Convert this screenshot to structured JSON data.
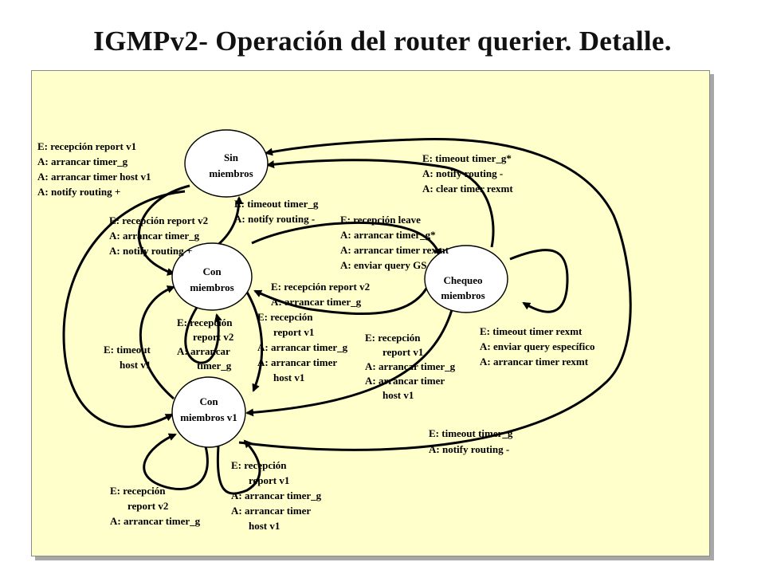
{
  "title": "IGMPv2- Operación del router querier. Detalle.",
  "states": {
    "sin": [
      "Sin",
      "miembros"
    ],
    "con": [
      "Con",
      "miembros"
    ],
    "chequeo": [
      "Chequeo",
      "miembros"
    ],
    "conv1": [
      "Con",
      "miembros v1"
    ]
  },
  "transitions": [
    {
      "id": "sin-to-conv1",
      "lines": [
        "E: recepción report v1",
        "A: arrancar timer_g",
        "A: arrancar timer host v1",
        "A: notify routing +"
      ]
    },
    {
      "id": "sin-to-con",
      "lines": [
        "E: recepción report v2",
        "A: arrancar timer_g",
        "A: notify routing +"
      ]
    },
    {
      "id": "con-to-sin",
      "lines": [
        "E: timeout timer_g",
        "A: notify routing -"
      ]
    },
    {
      "id": "chequeo-to-sin",
      "lines": [
        "E: timeout timer_g*",
        "A: notify routing -",
        "A: clear timer rexmt"
      ]
    },
    {
      "id": "con-to-chequeo",
      "lines": [
        "E: recepción leave",
        "A: arrancar timer_g*",
        "A: arrancar timer rexmt",
        "A: enviar query GS"
      ]
    },
    {
      "id": "chequeo-to-con",
      "lines": [
        "E: recepción report v2",
        "A: arrancar timer_g"
      ]
    },
    {
      "id": "con-self",
      "lines": [
        "E: recepción",
        "report v2",
        "A: arrancar",
        "timer_g"
      ]
    },
    {
      "id": "con-to-conv1",
      "lines": [
        "E: recepción",
        "report v1",
        "A: arrancar timer_g",
        "A: arrancar timer",
        "host v1"
      ]
    },
    {
      "id": "chequeo-to-conv1",
      "lines": [
        "E: recepción",
        "report v1",
        "A: arrancar timer_g",
        "A: arrancar timer",
        "host v1"
      ]
    },
    {
      "id": "chequeo-self",
      "lines": [
        "E: timeout timer rexmt",
        "A: enviar query específico",
        "A: arrancar timer rexmt"
      ]
    },
    {
      "id": "conv1-to-con",
      "lines": [
        "E: timeout",
        "host v1"
      ]
    },
    {
      "id": "conv1-to-sin",
      "lines": [
        "E: timeout timer_g",
        "A: notify routing -"
      ]
    },
    {
      "id": "conv1-self-v2",
      "lines": [
        "E: recepción",
        "report v2",
        "A: arrancar timer_g"
      ]
    },
    {
      "id": "conv1-self-v1",
      "lines": [
        "E: recepción",
        "report v1",
        "A: arrancar timer_g",
        "A: arrancar timer",
        "host v1"
      ]
    }
  ]
}
